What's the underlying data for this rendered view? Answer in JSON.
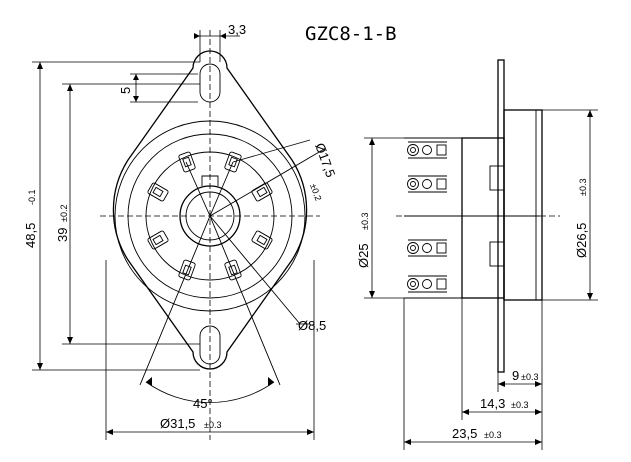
{
  "title": "GZC8-1-B",
  "front_view": {
    "width_top": "3,3",
    "slot_height": "5",
    "overall_height": "48,5",
    "overall_height_tol": "-0.1",
    "mount_spacing": "39",
    "mount_spacing_tol": "±0.2",
    "pin_circle": "Ø17,5",
    "pin_circle_tol": "±0.2",
    "center_hole": "Ø8,5",
    "pin_angle": "45°",
    "flange_diameter": "Ø31,5",
    "flange_diameter_tol": "±0.3"
  },
  "side_view": {
    "body_diameter": "Ø25",
    "body_diameter_tol": "±0.3",
    "top_diameter": "Ø26,5",
    "top_diameter_tol": "±0.3",
    "depth_a": "9",
    "depth_a_tol": "±0.3",
    "depth_b": "14,3",
    "depth_b_tol": "±0.3",
    "depth_total": "23,5",
    "depth_total_tol": "±0.3"
  }
}
